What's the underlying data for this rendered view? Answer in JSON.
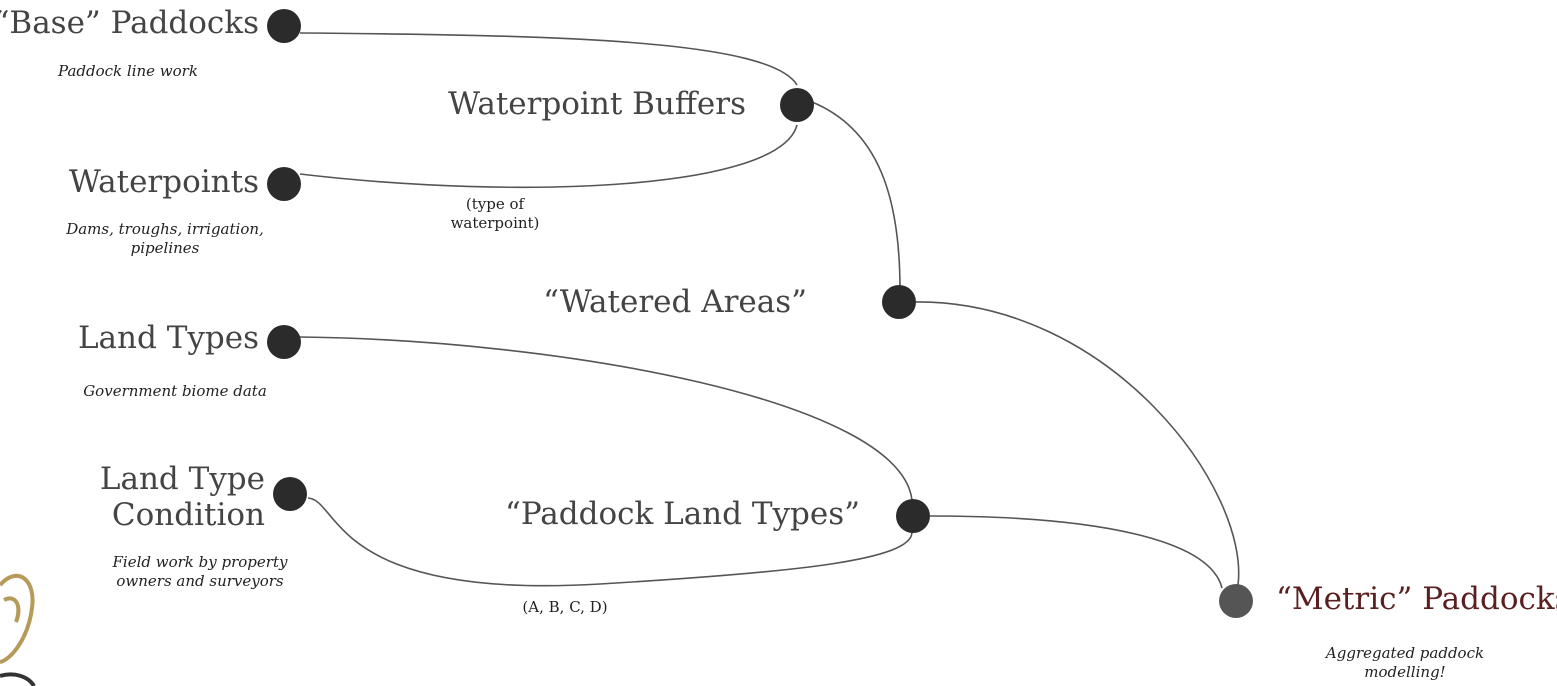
{
  "nodes": {
    "base_paddocks": {
      "title": "“Base” Paddocks",
      "note": "Paddock line work"
    },
    "waterpoint_buffers": {
      "title": "Waterpoint Buffers"
    },
    "waterpoints": {
      "title": "Waterpoints",
      "note_line1": "Dams, troughs, irrigation,",
      "note_line2": "pipelines"
    },
    "watered_areas": {
      "title": "“Watered Areas”"
    },
    "land_types": {
      "title": "Land Types",
      "note": "Government biome data"
    },
    "land_type_condition": {
      "title_line1": "Land Type",
      "title_line2": "Condition",
      "note_line1": "Field work by property",
      "note_line2": "owners and surveyors"
    },
    "paddock_land_types": {
      "title": "“Paddock Land Types”"
    },
    "metric_paddocks": {
      "title": "“Metric” Paddocks",
      "note_line1": "Aggregated paddock",
      "note_line2": "modelling!"
    }
  },
  "edge_labels": {
    "waterpoints_line1": "(type of",
    "waterpoints_line2": "waterpoint)",
    "condition": "(A, B, C, D)"
  },
  "colors": {
    "node": "#2b2b2b",
    "final_node": "#555555",
    "line": "#555555",
    "label": "#444444",
    "metric_label": "#5a1f1f",
    "logo": "#b59a5a"
  },
  "logo": {
    "icon": "ram-logo-icon"
  }
}
